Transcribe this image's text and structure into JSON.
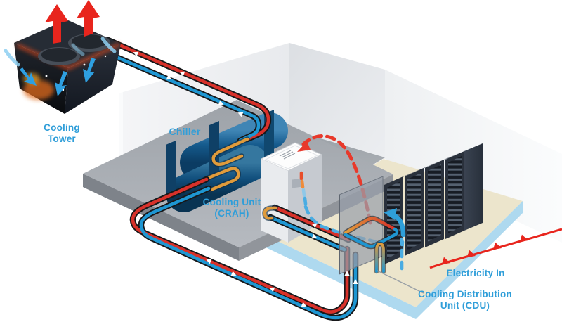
{
  "labels": {
    "cooling_tower_1": "Cooling",
    "cooling_tower_2": "Tower",
    "chiller": "Chiller",
    "crah_1": "Cooling Unit",
    "crah_2": "(CRAH)",
    "electricity_in": "Electricity In",
    "cdu_1": "Cooling Distribution",
    "cdu_2": "Unit (CDU)"
  },
  "colors": {
    "label_blue": "#2f9ed9",
    "pipe_hot_red": "#d7312a",
    "pipe_cold_blue": "#1e96d2",
    "pipe_warm_orange": "#e09b3b",
    "hot_air_dashed_red": "#e8392b",
    "cold_air_dashed_blue": "#4aace2",
    "electricity_red": "#e8251d",
    "raised_floor_cream": "#ece5cc",
    "raised_floor_edge_blue": "#aed9ef",
    "concrete_pad_gray": "#a9adb2",
    "rack_dark": "#2a313c",
    "chiller_blue": "#155a8c"
  },
  "icons": {
    "hot_exhaust_arrows": "red-up-arrow-icon",
    "air_intake_arrows": "blue-diagonal-arrow-icon",
    "flow_arrows": "white-flow-arrow-icon"
  }
}
